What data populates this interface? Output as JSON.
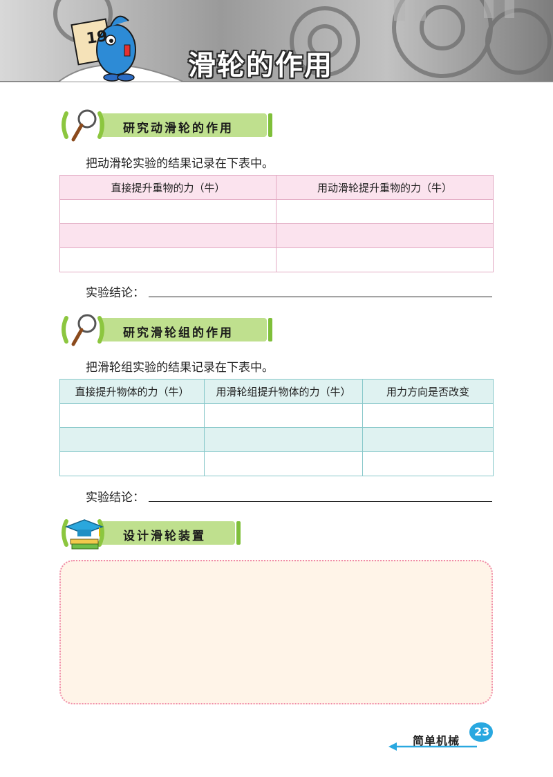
{
  "header": {
    "lesson_number": "19",
    "lesson_title": "滑轮的作用"
  },
  "section1": {
    "title": "研究动滑轮的作用",
    "instruction": "把动滑轮实验的结果记录在下表中。",
    "table": {
      "columns": [
        "直接提升重物的力（牛）",
        "用动滑轮提升重物的力（牛）"
      ],
      "rows": [
        [
          "",
          ""
        ],
        [
          "",
          ""
        ],
        [
          "",
          ""
        ]
      ]
    },
    "conclusion_label": "实验结论："
  },
  "section2": {
    "title": "研究滑轮组的作用",
    "instruction": "把滑轮组实验的结果记录在下表中。",
    "table": {
      "columns": [
        "直接提升物体的力（牛）",
        "用滑轮组提升物体的力（牛）",
        "用力方向是否改变"
      ],
      "rows": [
        [
          "",
          "",
          ""
        ],
        [
          "",
          "",
          ""
        ],
        [
          "",
          "",
          ""
        ]
      ]
    },
    "conclusion_label": "实验结论："
  },
  "section3": {
    "title": "设计滑轮装置"
  },
  "footer": {
    "unit_name": "简单机械",
    "page_number": "23"
  },
  "colors": {
    "section_bar": "#bfe08e",
    "table1_border": "#e2a9c2",
    "table1_fill": "#fbe3ee",
    "table2_border": "#86c7c9",
    "table2_fill": "#dff2f1",
    "design_box_fill": "#fff4e8",
    "design_box_border": "#f08aa8",
    "page_badge": "#29a8e0"
  },
  "icons": [
    "magnifier-icon",
    "graduation-cap-books-icon",
    "mascot-with-book",
    "arrow-left-icon"
  ]
}
